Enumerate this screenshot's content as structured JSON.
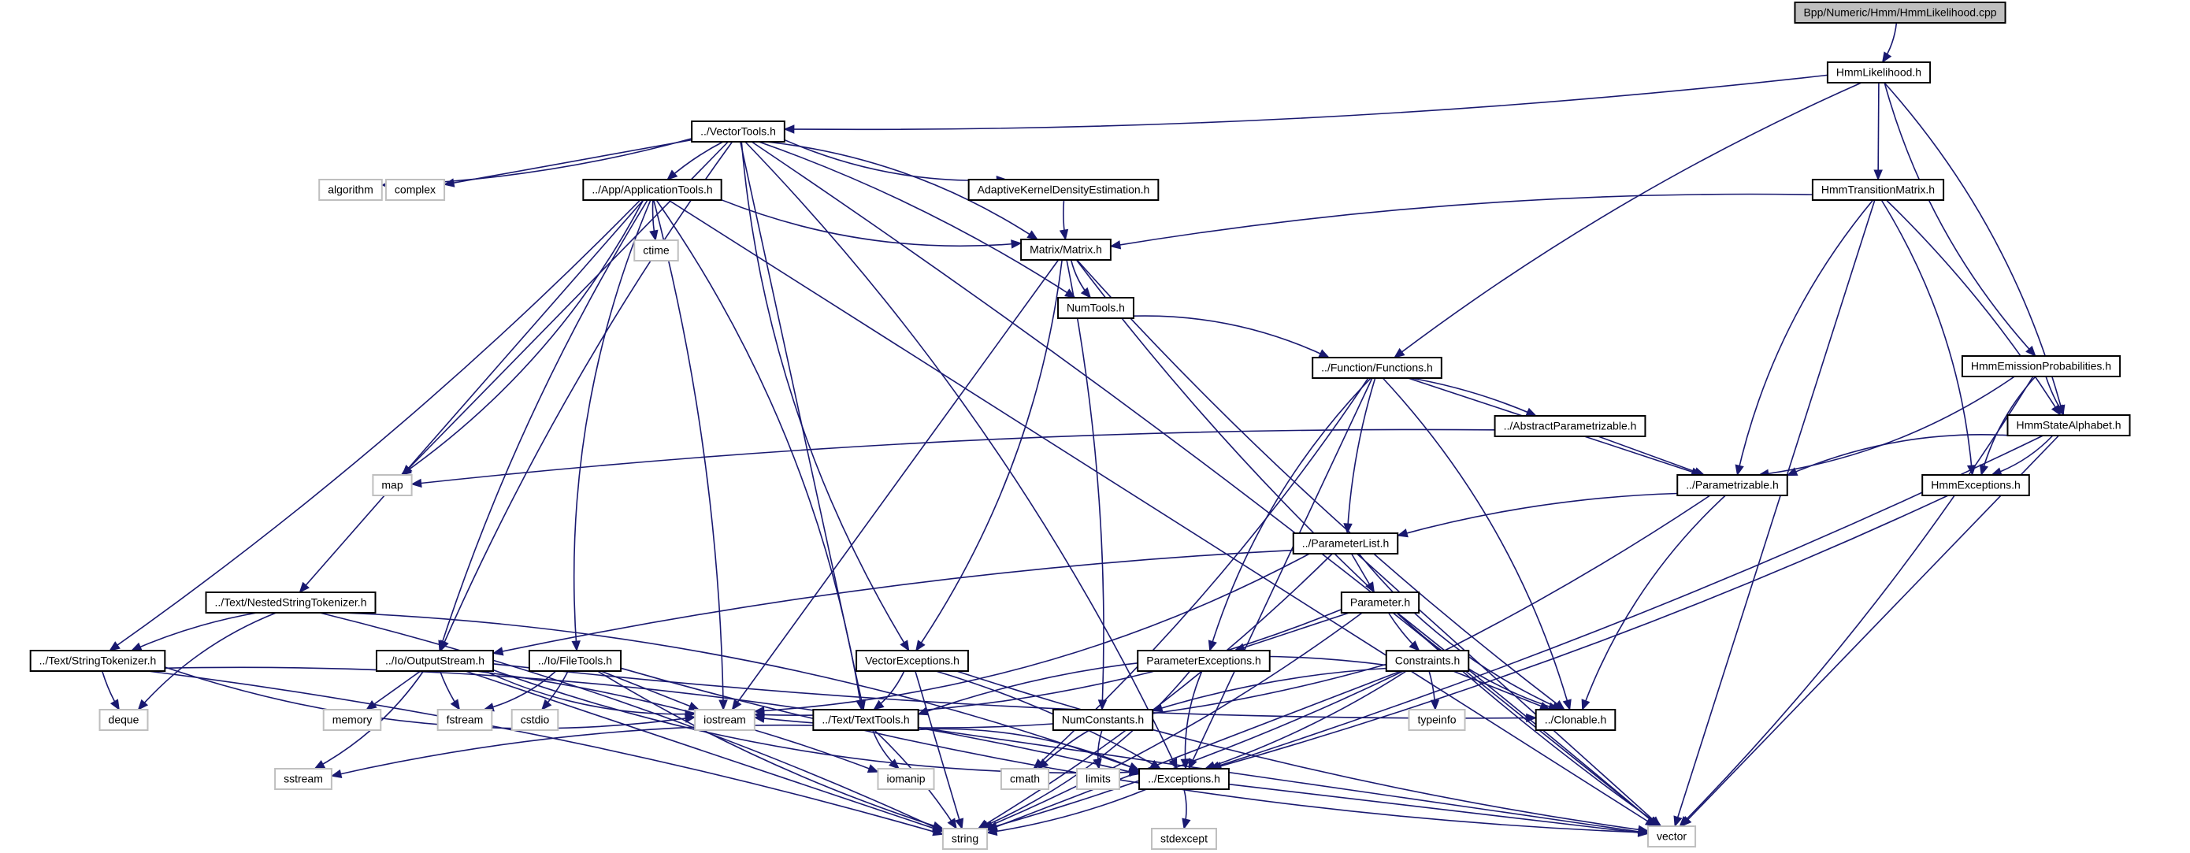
{
  "title": "Bpp/Numeric/Hmm/HmmLikelihood.cpp",
  "colors": {
    "edge": "#191970",
    "project_border": "#000000",
    "system_border": "#bfbfbf",
    "root_fill": "#bfbfbf"
  },
  "nodes": [
    {
      "id": "root",
      "label": "Bpp/Numeric/Hmm/HmmLikelihood.cpp",
      "kind": "root"
    },
    {
      "id": "hmmlik",
      "label": "HmmLikelihood.h",
      "kind": "proj"
    },
    {
      "id": "vectortools",
      "label": "../VectorTools.h",
      "kind": "proj"
    },
    {
      "id": "hmmtrans",
      "label": "HmmTransitionMatrix.h",
      "kind": "proj"
    },
    {
      "id": "algorithm",
      "label": "algorithm",
      "kind": "sys"
    },
    {
      "id": "complex",
      "label": "complex",
      "kind": "sys"
    },
    {
      "id": "apptools",
      "label": "../App/ApplicationTools.h",
      "kind": "proj"
    },
    {
      "id": "akde",
      "label": "AdaptiveKernelDensityEstimation.h",
      "kind": "proj"
    },
    {
      "id": "ctime",
      "label": "ctime",
      "kind": "sys"
    },
    {
      "id": "matrix",
      "label": "Matrix/Matrix.h",
      "kind": "proj"
    },
    {
      "id": "numtools",
      "label": "NumTools.h",
      "kind": "proj"
    },
    {
      "id": "functions",
      "label": "../Function/Functions.h",
      "kind": "proj"
    },
    {
      "id": "hmmemis",
      "label": "HmmEmissionProbabilities.h",
      "kind": "proj"
    },
    {
      "id": "absparam",
      "label": "../AbstractParametrizable.h",
      "kind": "proj"
    },
    {
      "id": "hmmstate",
      "label": "HmmStateAlphabet.h",
      "kind": "proj"
    },
    {
      "id": "map",
      "label": "map",
      "kind": "sys"
    },
    {
      "id": "parametrizable",
      "label": "../Parametrizable.h",
      "kind": "proj"
    },
    {
      "id": "hmmexc",
      "label": "HmmExceptions.h",
      "kind": "proj"
    },
    {
      "id": "paramlist",
      "label": "../ParameterList.h",
      "kind": "proj"
    },
    {
      "id": "nested",
      "label": "../Text/NestedStringTokenizer.h",
      "kind": "proj"
    },
    {
      "id": "parameter",
      "label": "Parameter.h",
      "kind": "proj"
    },
    {
      "id": "strtok",
      "label": "../Text/StringTokenizer.h",
      "kind": "proj"
    },
    {
      "id": "outstream",
      "label": "../Io/OutputStream.h",
      "kind": "proj"
    },
    {
      "id": "filetools",
      "label": "../Io/FileTools.h",
      "kind": "proj"
    },
    {
      "id": "vecexc",
      "label": "VectorExceptions.h",
      "kind": "proj"
    },
    {
      "id": "paramexc",
      "label": "ParameterExceptions.h",
      "kind": "proj"
    },
    {
      "id": "constraints",
      "label": "Constraints.h",
      "kind": "proj"
    },
    {
      "id": "deque",
      "label": "deque",
      "kind": "sys"
    },
    {
      "id": "memory",
      "label": "memory",
      "kind": "sys"
    },
    {
      "id": "fstream",
      "label": "fstream",
      "kind": "sys"
    },
    {
      "id": "cstdio",
      "label": "cstdio",
      "kind": "sys"
    },
    {
      "id": "iostream",
      "label": "iostream",
      "kind": "sys"
    },
    {
      "id": "texttools",
      "label": "../Text/TextTools.h",
      "kind": "proj"
    },
    {
      "id": "numconst",
      "label": "NumConstants.h",
      "kind": "proj"
    },
    {
      "id": "typeinfo",
      "label": "typeinfo",
      "kind": "sys"
    },
    {
      "id": "clonable",
      "label": "../Clonable.h",
      "kind": "proj"
    },
    {
      "id": "sstream",
      "label": "sstream",
      "kind": "sys"
    },
    {
      "id": "iomanip",
      "label": "iomanip",
      "kind": "sys"
    },
    {
      "id": "cmath",
      "label": "cmath",
      "kind": "sys"
    },
    {
      "id": "limits",
      "label": "limits",
      "kind": "sys"
    },
    {
      "id": "exceptions",
      "label": "../Exceptions.h",
      "kind": "proj"
    },
    {
      "id": "string",
      "label": "string",
      "kind": "sys"
    },
    {
      "id": "stdexcept",
      "label": "stdexcept",
      "kind": "sys"
    },
    {
      "id": "vector",
      "label": "vector",
      "kind": "sys"
    }
  ],
  "edges": [
    [
      "root",
      "hmmlik"
    ],
    [
      "hmmlik",
      "vectortools"
    ],
    [
      "hmmlik",
      "hmmtrans"
    ],
    [
      "hmmlik",
      "functions"
    ],
    [
      "hmmlik",
      "hmmemis"
    ],
    [
      "hmmlik",
      "hmmstate"
    ],
    [
      "vectortools",
      "algorithm"
    ],
    [
      "vectortools",
      "complex"
    ],
    [
      "vectortools",
      "apptools"
    ],
    [
      "vectortools",
      "akde"
    ],
    [
      "vectortools",
      "matrix"
    ],
    [
      "vectortools",
      "numtools"
    ],
    [
      "vectortools",
      "map"
    ],
    [
      "vectortools",
      "outstream"
    ],
    [
      "vectortools",
      "vecexc"
    ],
    [
      "vectortools",
      "exceptions"
    ],
    [
      "vectortools",
      "vector"
    ],
    [
      "vectortools",
      "texttools"
    ],
    [
      "hmmtrans",
      "matrix"
    ],
    [
      "hmmtrans",
      "parametrizable"
    ],
    [
      "hmmtrans",
      "hmmexc"
    ],
    [
      "hmmtrans",
      "hmmstate"
    ],
    [
      "hmmtrans",
      "vector"
    ],
    [
      "apptools",
      "ctime"
    ],
    [
      "apptools",
      "matrix"
    ],
    [
      "apptools",
      "map"
    ],
    [
      "apptools",
      "strtok"
    ],
    [
      "apptools",
      "nested"
    ],
    [
      "apptools",
      "outstream"
    ],
    [
      "apptools",
      "filetools"
    ],
    [
      "apptools",
      "texttools"
    ],
    [
      "apptools",
      "iostream"
    ],
    [
      "apptools",
      "vector"
    ],
    [
      "akde",
      "matrix"
    ],
    [
      "matrix",
      "numtools"
    ],
    [
      "matrix",
      "vecexc"
    ],
    [
      "matrix",
      "numconst"
    ],
    [
      "matrix",
      "iostream"
    ],
    [
      "matrix",
      "clonable"
    ],
    [
      "matrix",
      "vector"
    ],
    [
      "numtools",
      "functions"
    ],
    [
      "functions",
      "absparam"
    ],
    [
      "functions",
      "parametrizable"
    ],
    [
      "functions",
      "paramlist"
    ],
    [
      "functions",
      "paramexc"
    ],
    [
      "functions",
      "clonable"
    ],
    [
      "functions",
      "cmath"
    ],
    [
      "functions",
      "exceptions"
    ],
    [
      "hmmemis",
      "hmmstate"
    ],
    [
      "hmmemis",
      "hmmexc"
    ],
    [
      "hmmemis",
      "parametrizable"
    ],
    [
      "hmmemis",
      "vector"
    ],
    [
      "absparam",
      "parametrizable"
    ],
    [
      "absparam",
      "map"
    ],
    [
      "hmmstate",
      "parametrizable"
    ],
    [
      "hmmstate",
      "hmmexc"
    ],
    [
      "hmmstate",
      "exceptions"
    ],
    [
      "hmmstate",
      "vector"
    ],
    [
      "parametrizable",
      "paramlist"
    ],
    [
      "parametrizable",
      "clonable"
    ],
    [
      "parametrizable",
      "string"
    ],
    [
      "hmmexc",
      "exceptions"
    ],
    [
      "paramlist",
      "parameter"
    ],
    [
      "paramlist",
      "outstream"
    ],
    [
      "paramlist",
      "clonable"
    ],
    [
      "paramlist",
      "iostream"
    ],
    [
      "paramlist",
      "string"
    ],
    [
      "paramlist",
      "vector"
    ],
    [
      "nested",
      "strtok"
    ],
    [
      "nested",
      "deque"
    ],
    [
      "nested",
      "exceptions"
    ],
    [
      "nested",
      "string"
    ],
    [
      "parameter",
      "paramexc"
    ],
    [
      "parameter",
      "constraints"
    ],
    [
      "parameter",
      "clonable"
    ],
    [
      "parameter",
      "iostream"
    ],
    [
      "parameter",
      "string"
    ],
    [
      "parameter",
      "vector"
    ],
    [
      "strtok",
      "deque"
    ],
    [
      "strtok",
      "iostream"
    ],
    [
      "strtok",
      "exceptions"
    ],
    [
      "strtok",
      "string"
    ],
    [
      "outstream",
      "memory"
    ],
    [
      "outstream",
      "fstream"
    ],
    [
      "outstream",
      "iostream"
    ],
    [
      "outstream",
      "sstream"
    ],
    [
      "outstream",
      "iomanip"
    ],
    [
      "outstream",
      "string"
    ],
    [
      "outstream",
      "clonable"
    ],
    [
      "outstream",
      "exceptions"
    ],
    [
      "filetools",
      "fstream"
    ],
    [
      "filetools",
      "cstdio"
    ],
    [
      "filetools",
      "iostream"
    ],
    [
      "filetools",
      "string"
    ],
    [
      "filetools",
      "vector"
    ],
    [
      "vecexc",
      "texttools"
    ],
    [
      "vecexc",
      "exceptions"
    ],
    [
      "vecexc",
      "string"
    ],
    [
      "vecexc",
      "vector"
    ],
    [
      "paramexc",
      "exceptions"
    ],
    [
      "paramexc",
      "string"
    ],
    [
      "constraints",
      "typeinfo"
    ],
    [
      "constraints",
      "clonable"
    ],
    [
      "constraints",
      "numconst"
    ],
    [
      "constraints",
      "texttools"
    ],
    [
      "constraints",
      "iostream"
    ],
    [
      "constraints",
      "exceptions"
    ],
    [
      "constraints",
      "string"
    ],
    [
      "texttools",
      "sstream"
    ],
    [
      "texttools",
      "iomanip"
    ],
    [
      "texttools",
      "exceptions"
    ],
    [
      "texttools",
      "string"
    ],
    [
      "texttools",
      "vector"
    ],
    [
      "numconst",
      "cmath"
    ],
    [
      "numconst",
      "limits"
    ],
    [
      "exceptions",
      "stdexcept"
    ],
    [
      "exceptions",
      "string"
    ],
    [
      "exceptions",
      "vector"
    ]
  ]
}
